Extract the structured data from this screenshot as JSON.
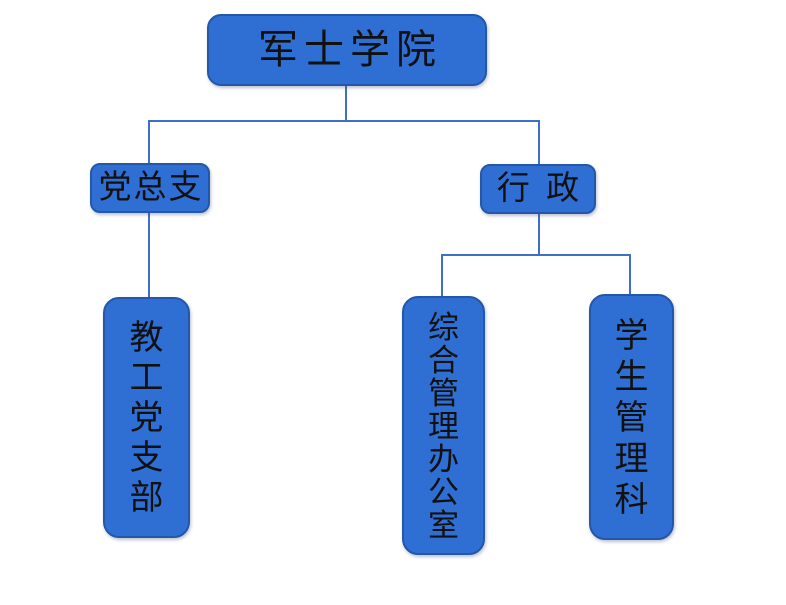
{
  "slide": {
    "diagram_type": "org-chart",
    "background_color": "#ffffff",
    "colors": {
      "node_fill": "#2F6FD3",
      "node_border": "#2457A8",
      "connector": "#3E6EC6",
      "label_text": "#111111"
    },
    "root": {
      "id": "academy",
      "label": "军士学院"
    },
    "level2": [
      {
        "id": "party-general-branch",
        "label": "党总支",
        "parent": "academy"
      },
      {
        "id": "administration",
        "label": "行 政",
        "parent": "academy"
      }
    ],
    "level3": [
      {
        "id": "faculty-party-branch",
        "label": "教工党支部",
        "parent": "party-general-branch",
        "text_orientation": "vertical"
      },
      {
        "id": "general-management-office",
        "label": "综合管理办公室",
        "parent": "administration",
        "text_orientation": "vertical"
      },
      {
        "id": "student-management-section",
        "label": "学生管理科",
        "parent": "administration",
        "text_orientation": "vertical"
      }
    ]
  }
}
